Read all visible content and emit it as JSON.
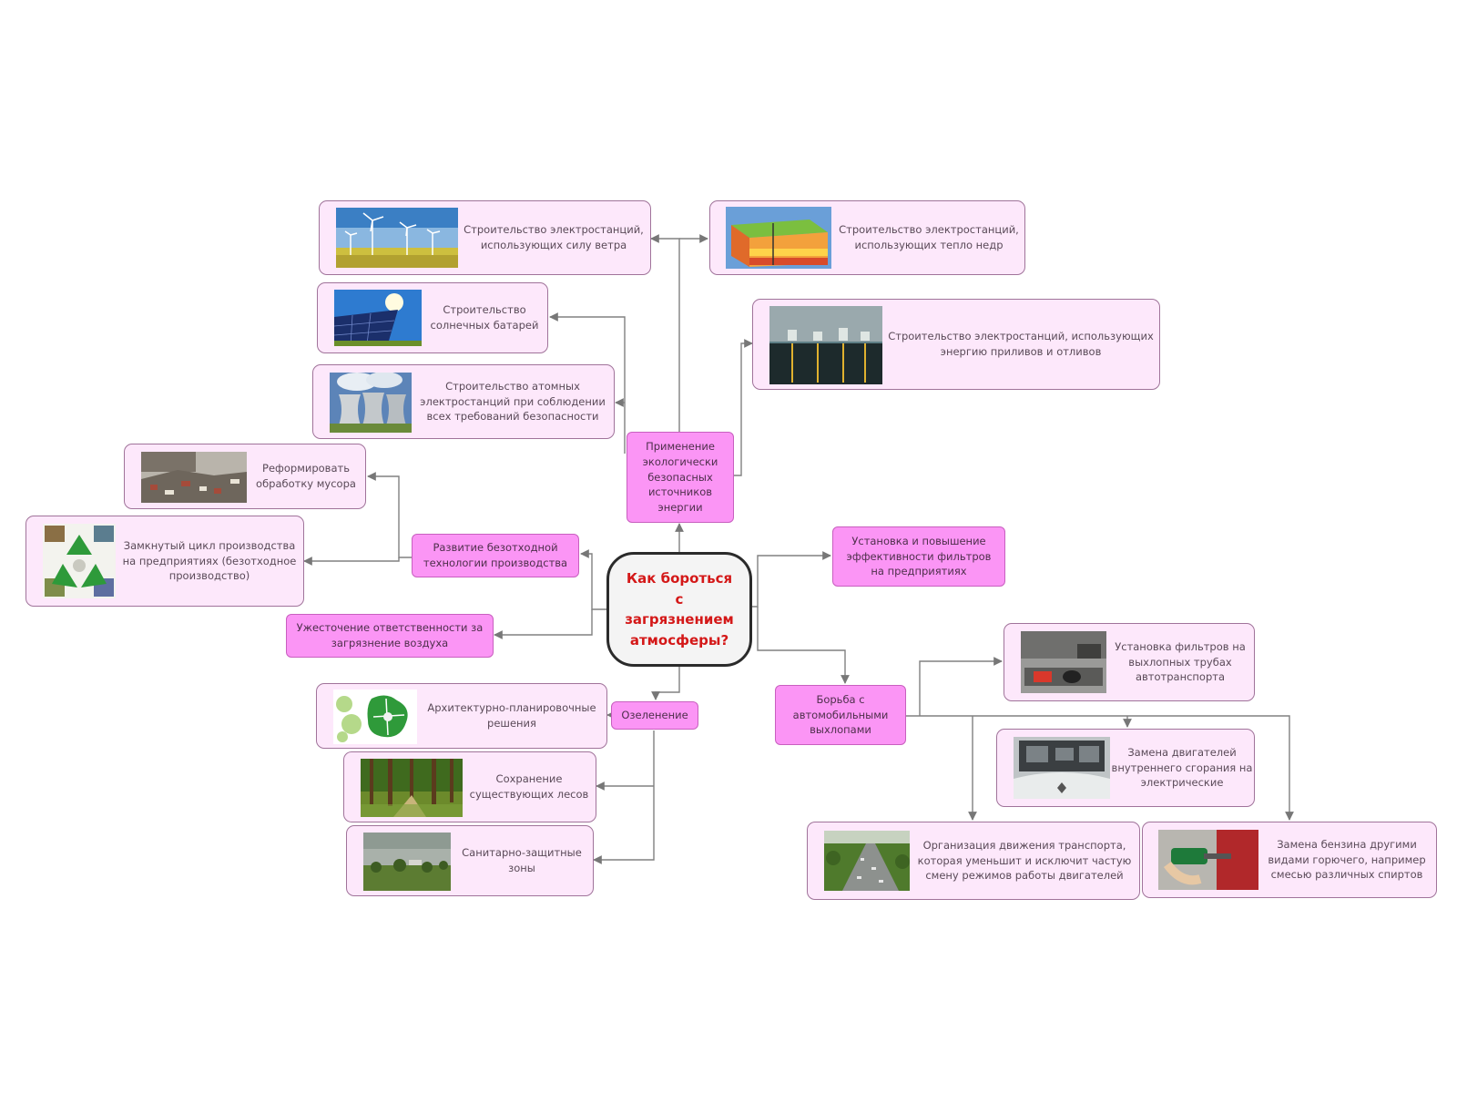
{
  "colors": {
    "central_text": "#d41818",
    "category_fill": "#fb95f5",
    "leaf_fill": "#fde8fb",
    "connector": "#777777",
    "border": "#a0739a"
  },
  "central": {
    "title": "Как бороться с загрязнением атмосферы?"
  },
  "categories": {
    "energy": "Применение экологически безопасных источников энергии",
    "waste_free": "Развитие безотходной технологии производства",
    "responsibility": "Ужесточение ответственности за загрязнение воздуха",
    "greening": "Озеленение",
    "filters": "Установка и повышение эффективности фильтров на предприятиях",
    "exhaust": "Борьба с автомобильными выхлопами"
  },
  "leaves": {
    "wind": {
      "text": "Строительство электростанций, использующих силу ветра",
      "icon": "wind-turbines-photo"
    },
    "geothermal": {
      "text": "Строительство электростанций, использующих тепло недр",
      "icon": "geothermal-diagram"
    },
    "solar": {
      "text": "Строительство солнечных батарей",
      "icon": "solar-panels-photo"
    },
    "tidal": {
      "text": "Строительство электростанций, использующих энергию приливов и отливов",
      "icon": "tidal-turbines-photo"
    },
    "nuclear": {
      "text": "Строительство атомных электростанций при соблюдении всех требований безопасности",
      "icon": "cooling-towers-photo"
    },
    "garbage": {
      "text": "Реформировать обработку мусора",
      "icon": "landfill-photo"
    },
    "closed_cycle": {
      "text": "Замкнутый цикл производства на предприятиях (безотходное производство)",
      "icon": "recycling-collage"
    },
    "architecture": {
      "text": "Архитектурно-планировочные решения",
      "icon": "green-plan-map"
    },
    "forests": {
      "text": "Сохранение существующих лесов",
      "icon": "forest-photo"
    },
    "sanitary": {
      "text": "Санитарно-защитные зоны",
      "icon": "green-belt-photo"
    },
    "exhaust_filters": {
      "text": "Установка фильтров на выхлопных трубах автотранспорта",
      "icon": "exhaust-filter-photo"
    },
    "electric": {
      "text": "Замена двигателей внутреннего сгорания на электрические",
      "icon": "electric-car-photo"
    },
    "traffic": {
      "text": "Организация движения транспорта, которая уменьшит и исключит частую смену режимов работы двигателей",
      "icon": "traffic-photo"
    },
    "fuel": {
      "text": "Замена бензина другими видами горючего, например смесью различных спиртов",
      "icon": "fuel-nozzle-photo"
    }
  }
}
